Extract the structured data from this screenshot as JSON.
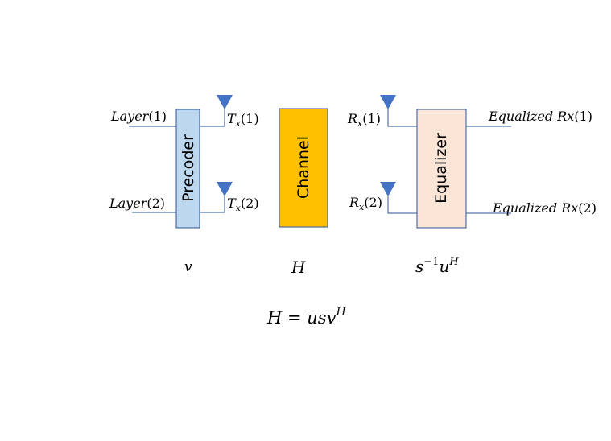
{
  "blocks": {
    "precoder": {
      "label": "Precoder",
      "color": "#bdd7ee",
      "border": "#2f5597"
    },
    "channel": {
      "label": "Channel",
      "color": "#ffc000",
      "border": "#2f5597"
    },
    "equalizer": {
      "label": "Equalizer",
      "color": "#fbe5d6",
      "border": "#2f5597"
    }
  },
  "inputs": {
    "layer1": {
      "base": "Layer",
      "arg": "(1)"
    },
    "layer2": {
      "base": "Layer",
      "arg": "(2)"
    }
  },
  "tx": {
    "tx1": {
      "base": "T",
      "sub": "x",
      "arg": "(1)"
    },
    "tx2": {
      "base": "T",
      "sub": "x",
      "arg": "(2)"
    }
  },
  "rx": {
    "rx1": {
      "base": "R",
      "sub": "x",
      "arg": "(1)"
    },
    "rx2": {
      "base": "R",
      "sub": "x",
      "arg": "(2)"
    }
  },
  "outputs": {
    "out1": {
      "base": "Equalized Rx",
      "arg": "(1)"
    },
    "out2": {
      "base": "Equalized Rx",
      "arg": "(2)"
    }
  },
  "matrices": {
    "precoder": {
      "base": "v"
    },
    "channel": {
      "base": "H"
    },
    "equalizer": {
      "base": "s",
      "sup1": "−1",
      "base2": "u",
      "sup2": "H"
    }
  },
  "equation": {
    "lhs": "H",
    "eq": " = ",
    "rhs": "usv",
    "sup": "H"
  },
  "antenna_color": "#4472c4"
}
